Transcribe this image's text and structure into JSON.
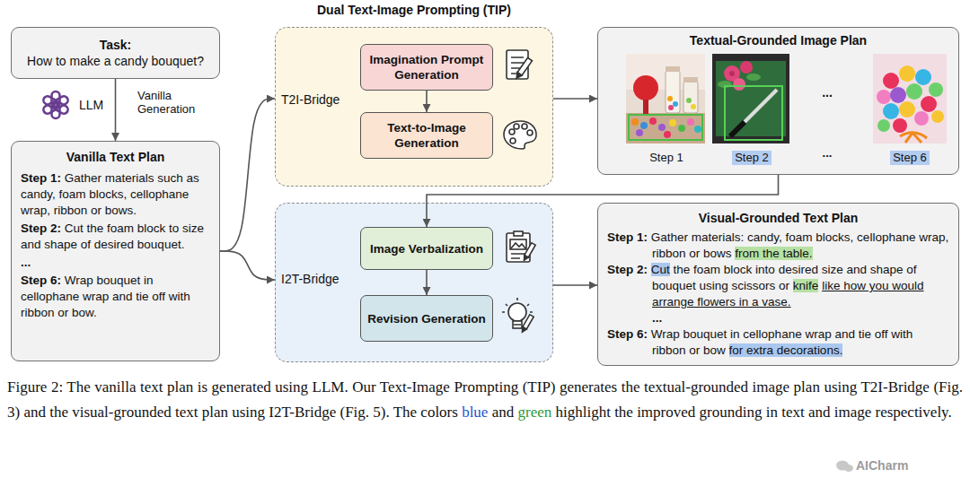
{
  "diagram": {
    "title": "Dual Text-Image Prompting (TIP)",
    "caption": "Figure 2: The vanilla text plan is generated using LLM. Our Text-Image Prompting (TIP) generates the textual-grounded image plan using T2I-Bridge (Fig. 3) and the visual-grounded text plan using I2T-Bridge (Fig. 5). The colors blue and green highlight the improved grounding in text and image respectively.",
    "nodes": [
      {
        "text": [
          "Task:",
          "How to make a candy bouquet?"
        ]
      },
      {
        "text": [
          "Vanilla Text Plan",
          "Step 1: Gather materials such as candy, foam blocks, cellophane wrap, ribbon or bows.",
          "Step 2: Cut the foam block to size and shape of desired bouquet.",
          "...",
          "Step 6: Wrap bouquet in cellophane wrap and tie off with ribbon or bow."
        ]
      },
      {
        "text": [
          "T2I-Bridge"
        ]
      },
      {
        "text": [
          "Imagination Prompt Generation"
        ],
        "in": 2
      },
      {
        "text": [
          "Text-to-Image Generation"
        ],
        "in": 2
      },
      {
        "text": [
          "Textual-Grounded Image Plan",
          "...",
          "Step 1",
          "Step 2",
          "...",
          "Step 6"
        ]
      },
      {
        "text": [
          "I2T-Bridge"
        ]
      },
      {
        "text": [
          "Image Verbalization"
        ],
        "in": 6
      },
      {
        "text": [
          "Revision Generation"
        ],
        "in": 6
      },
      {
        "text": [
          "Visual-Grounded Text Plan",
          "Step 1: Gather materials: candy, foam blocks, cellophane wrap, ribbon or bows from the table.",
          "Step 2: Cut the foam block into desired size and shape of bouquet using scissors or knife like how you would arrange flowers in a vase.",
          "...",
          "Step 6: Wrap bouquet in cellophane wrap and tie off with ribbon or bow for extra decorations."
        ]
      }
    ],
    "edges": [
      {
        "from": 0,
        "to": 1,
        "arrow": "to",
        "label": "Vanilla Generation"
      },
      {
        "from": 1,
        "to": 2,
        "arrow": "to"
      },
      {
        "from": 1,
        "to": 6,
        "arrow": "to"
      },
      {
        "from": 3,
        "to": 4,
        "arrow": "to"
      },
      {
        "from": 2,
        "to": 5,
        "arrow": "to"
      },
      {
        "from": 5,
        "to": 7,
        "arrow": "to"
      },
      {
        "from": 7,
        "to": 8,
        "arrow": "to"
      },
      {
        "from": 6,
        "to": 9,
        "arrow": "to"
      }
    ],
    "labels": [
      "LLM",
      "AICharm"
    ]
  }
}
